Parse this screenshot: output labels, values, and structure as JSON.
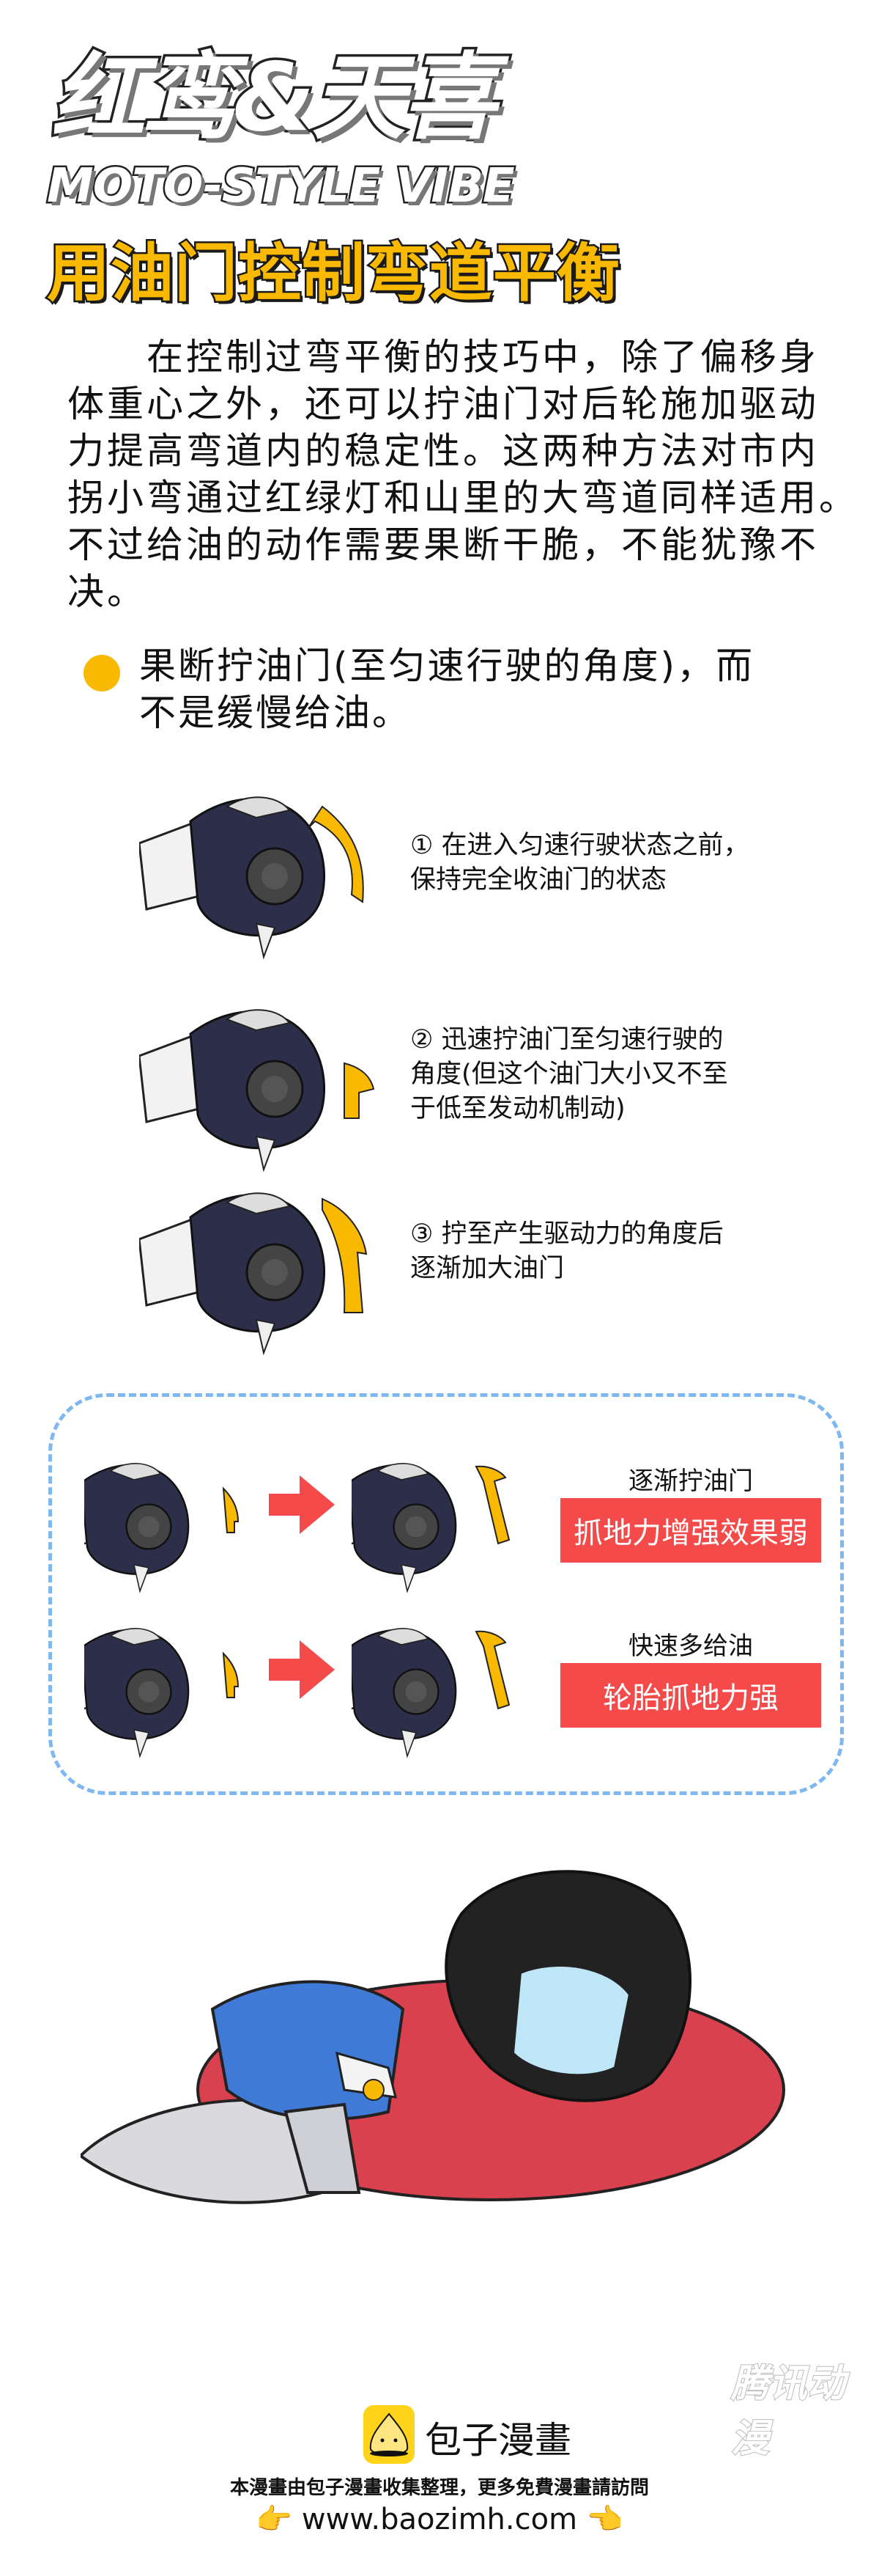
{
  "logo": {
    "title_cn": "红鸾&天喜",
    "title_en": "MOTO-STYLE VIBE"
  },
  "heading": "用油门控制弯道平衡",
  "intro_paragraph": [
    "　　在控制过弯平衡的技巧中，除了偏移身",
    "体重心之外，还可以拧油门对后轮施加驱动",
    "力提高弯道内的稳定性。这两种方法对市内",
    "拐小弯通过红绿灯和山里的大弯道同样适用。",
    "不过给油的动作需要果断干脆，不能犹豫不",
    "决。"
  ],
  "bullet": {
    "lines": [
      "果断拧油门(至匀速行驶的角度)，而",
      "不是缓慢给油。"
    ]
  },
  "steps": [
    {
      "lines": [
        "① 在进入匀速行驶状态之前，",
        "保持完全收油门的状态"
      ]
    },
    {
      "lines": [
        "② 迅速拧油门至匀速行驶的",
        "角度(但这个油门大小又不至",
        "于低至发动机制动)"
      ]
    },
    {
      "lines": [
        "③ 拧至产生驱动力的角度后",
        "逐渐加大油门"
      ]
    }
  ],
  "comparison": [
    {
      "label": "逐渐拧油门",
      "result": "抓地力增强效果弱"
    },
    {
      "label": "快速多给油",
      "result": "轮胎抓地力强"
    }
  ],
  "watermark": "腾讯动漫",
  "footer": {
    "brand": "包子漫畫",
    "note": "本漫畫由包子漫畫收集整理，更多免費漫畫請訪問",
    "url": "www.baozimh.com",
    "pointer_left": "👉",
    "pointer_right": "👈"
  },
  "colors": {
    "accent_yellow": "#f9b900",
    "badge_red": "#f54a4a",
    "dash_blue": "#7fb7f0",
    "glove_navy": "#2d2f4a"
  }
}
